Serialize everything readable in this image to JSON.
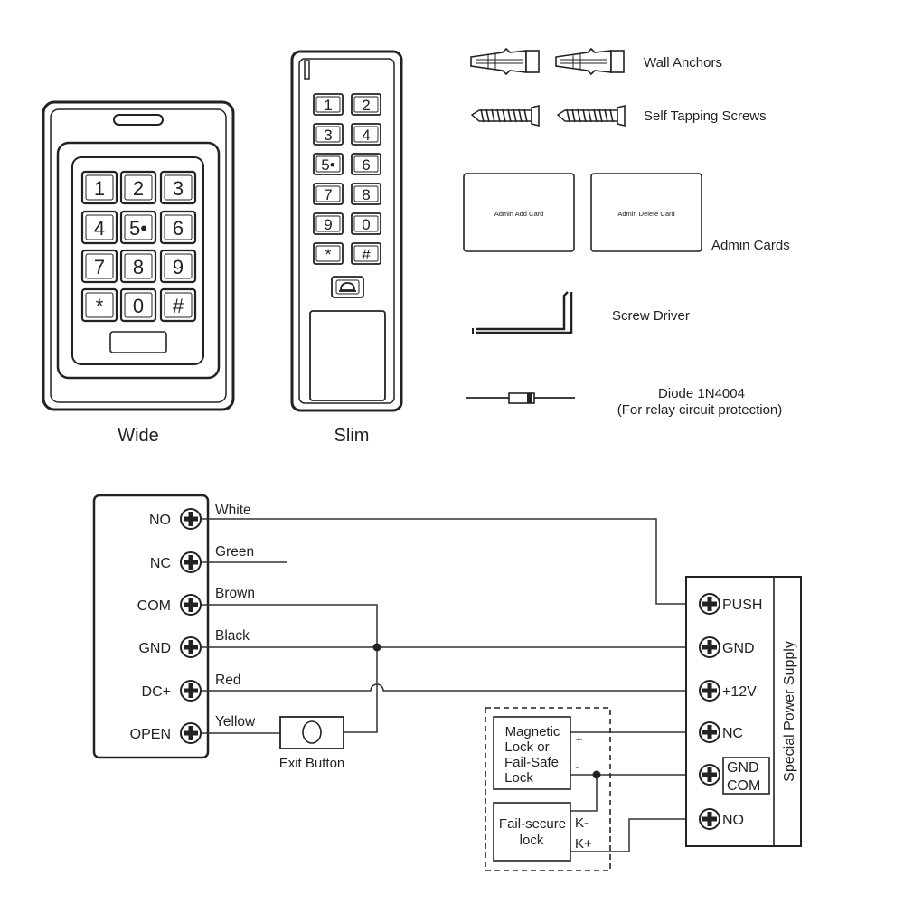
{
  "devices": {
    "wide_label": "Wide",
    "slim_label": "Slim",
    "wide_keys": [
      "1",
      "2",
      "3",
      "4",
      "5•",
      "6",
      "7",
      "8",
      "9",
      "*",
      "0",
      "#"
    ],
    "slim_keys": [
      "1",
      "2",
      "3",
      "4",
      "5•",
      "6",
      "7",
      "8",
      "9",
      "0",
      "*",
      "#"
    ]
  },
  "accessories": {
    "wall_anchors": "Wall Anchors",
    "screws": "Self Tapping Screws",
    "admin_cards": "Admin Cards",
    "card_add": "Admin Add Card",
    "card_delete": "Admin Delete Card",
    "screw_driver": "Screw Driver",
    "diode_line1": "Diode 1N4004",
    "diode_line2": "(For relay circuit protection)"
  },
  "wiring": {
    "controller_terminals": [
      "NO",
      "NC",
      "COM",
      "GND",
      "DC+",
      "OPEN"
    ],
    "wire_colors": [
      "White",
      "Green",
      "Brown",
      "Black",
      "Red",
      "Yellow"
    ],
    "exit_button": "Exit Button",
    "psu_title": "Special Power Supply",
    "psu_terminals": [
      "PUSH",
      "GND",
      "+12V",
      "NC",
      "GND",
      "COM",
      "NO"
    ],
    "mag_lock": [
      "Magnetic",
      "Lock or",
      "Fail-Safe",
      "Lock"
    ],
    "fail_secure": [
      "Fail-secure",
      "lock"
    ],
    "plus": "+",
    "minus": "-",
    "k_minus": "K-",
    "k_plus": "K+"
  }
}
